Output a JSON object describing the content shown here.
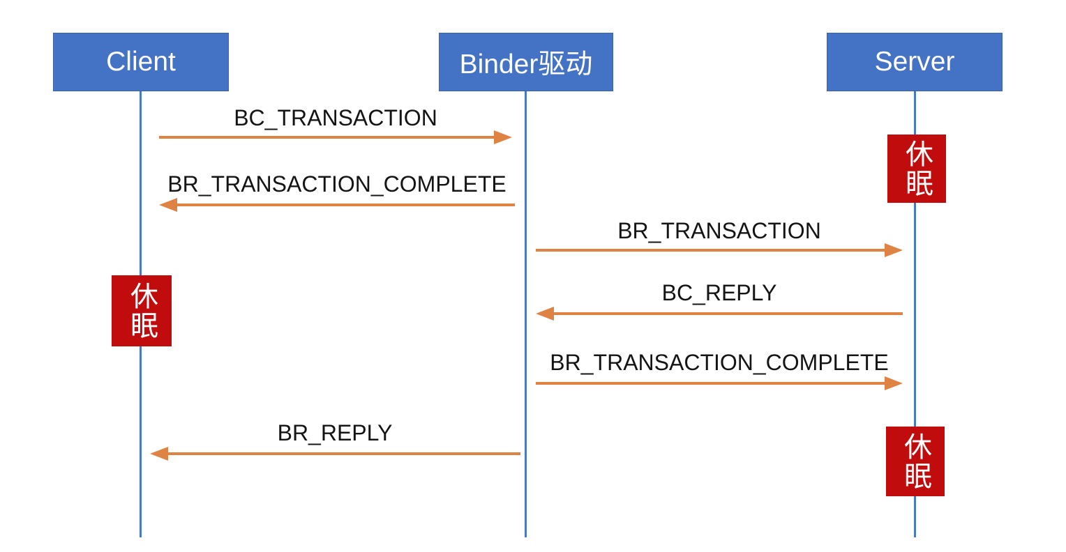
{
  "diagram": {
    "type": "sequence-diagram",
    "topic": "Binder IPC transaction flow",
    "actors": [
      {
        "id": "client",
        "label": "Client"
      },
      {
        "id": "binder-driver",
        "label": "Binder驱动"
      },
      {
        "id": "server",
        "label": "Server"
      }
    ],
    "messages": [
      {
        "label": "BC_TRANSACTION",
        "from": "Client",
        "to": "Binder驱动",
        "direction": "right"
      },
      {
        "label": "BR_TRANSACTION_COMPLETE",
        "from": "Binder驱动",
        "to": "Client",
        "direction": "left"
      },
      {
        "label": "BR_TRANSACTION",
        "from": "Binder驱动",
        "to": "Server",
        "direction": "right"
      },
      {
        "label": "BC_REPLY",
        "from": "Server",
        "to": "Binder驱动",
        "direction": "left"
      },
      {
        "label": "BR_TRANSACTION_COMPLETE",
        "from": "Binder驱动",
        "to": "Server",
        "direction": "right"
      },
      {
        "label": "BR_REPLY",
        "from": "Binder驱动",
        "to": "Client",
        "direction": "left"
      }
    ],
    "sleep_markers": [
      {
        "label": "休眠",
        "lifeline": "Server",
        "position": "top"
      },
      {
        "label": "休眠",
        "lifeline": "Client",
        "position": "middle"
      },
      {
        "label": "休眠",
        "lifeline": "Server",
        "position": "bottom"
      }
    ],
    "colors": {
      "actor_blue": "#4472C4",
      "lifeline_blue": "#4779C4",
      "arrow_orange": "#DE8344",
      "sleep_red": "#C00C0C",
      "label_black": "#141414",
      "background": "#FFFFFF"
    }
  }
}
